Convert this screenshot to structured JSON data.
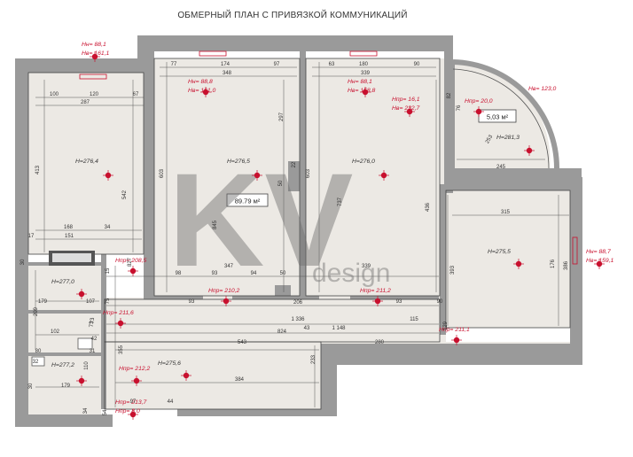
{
  "title": "ОБМЕРНЫЙ ПЛАН С ПРИВЯЗКОЙ КОММУНИКАЦИЙ",
  "colors": {
    "wall": "#9a9a9a",
    "floor": "#ece9e4",
    "red": "#c8102e",
    "dim": "#333333",
    "logo": "#6f6f6f"
  },
  "logo": {
    "letters": "KV",
    "sub": "design"
  },
  "areas": {
    "main": "89.79 м²",
    "balcony": "5,03 м²"
  },
  "heights_black": [
    "H=276,4",
    "H=276,5",
    "H=276,0",
    "H=275,5",
    "H=277,0",
    "H=277,2",
    "H=275,6",
    "H=281,3",
    "H=276,0"
  ],
  "heights_red": [
    {
      "a": "Hн= 88,1",
      "b": "Hв= 161,1"
    },
    {
      "a": "Hн= 88,8",
      "b": "Hв= 161,0"
    },
    {
      "a": "Hн= 88,1",
      "b": "Hв= 158,8"
    },
    {
      "a": "Hпр= 16,1",
      "b": "Hв= 232,7"
    },
    {
      "a": "Hпр= 20,0",
      "b": ""
    },
    {
      "a": "Hв= 123,0",
      "b": ""
    },
    {
      "a": "Hн= 88,7",
      "b": "Hв= 159,1"
    },
    {
      "a": "Hпр= 208,5",
      "b": ""
    },
    {
      "a": "Hпр= 210,2",
      "b": ""
    },
    {
      "a": "Hпр= 211,2",
      "b": ""
    },
    {
      "a": "Hпр= 211,6",
      "b": ""
    },
    {
      "a": "Hпр= 211,1",
      "b": ""
    },
    {
      "a": "Hпр= 212,2",
      "b": ""
    },
    {
      "a": "Hпр= 213,7",
      "b": "Hпр= 8,0"
    }
  ],
  "dims": [
    "77",
    "174",
    "97",
    "348",
    "63",
    "180",
    "339",
    "90",
    "100",
    "120",
    "67",
    "287",
    "413",
    "542",
    "603",
    "845",
    "297",
    "50",
    "22",
    "603",
    "737",
    "436",
    "76",
    "82",
    "253",
    "245",
    "315",
    "393",
    "176",
    "386",
    "168",
    "151",
    "34",
    "17",
    "30",
    "827",
    "98",
    "93",
    "94",
    "50",
    "347",
    "339",
    "73",
    "93",
    "115",
    "1 336",
    "1 148",
    "90",
    "206",
    "93",
    "107",
    "179",
    "209",
    "102",
    "824",
    "543",
    "355",
    "280",
    "129",
    "15",
    "75",
    "73",
    "44",
    "110",
    "179",
    "97",
    "384",
    "233",
    "43",
    "30",
    "32",
    "42",
    "31",
    "34",
    "54",
    "80",
    "20"
  ]
}
